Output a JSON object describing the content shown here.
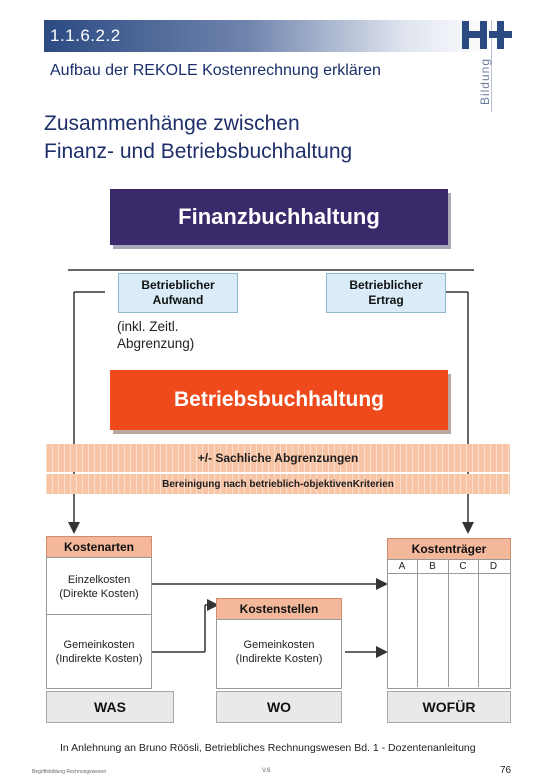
{
  "header": {
    "section_number": "1.1.6.2.2",
    "subtitle": "Aufbau der REKOLE Kostenrechnung erklären",
    "logo_text": "H+",
    "logo_side_text": "Bildung"
  },
  "title": "Zusammenhänge zwischen\nFinanz- und Betriebsbuchhaltung",
  "diagram": {
    "finanzbuchhaltung": "Finanzbuchhaltung",
    "betrieblicher_aufwand": "Betrieblicher\nAufwand",
    "betrieblicher_ertrag": "Betrieblicher\nErtrag",
    "note": "(inkl. Zeitl.\nAbgrenzung)",
    "betriebsbuchhaltung": "Betriebsbuchhaltung",
    "sachliche_abgrenzungen": "+/- Sachliche Abgrenzungen",
    "bereinigung": "Bereinigung nach betrieblich-objektivenKriterien",
    "kostenarten": {
      "title": "Kostenarten",
      "einzelkosten": "Einzelkosten\n(Direkte Kosten)",
      "gemeinkosten": "Gemeinkosten\n(Indirekte Kosten)"
    },
    "kostenstellen": {
      "title": "Kostenstellen",
      "gemeinkosten": "Gemeinkosten\n(Indirekte Kosten)"
    },
    "kostentraeger": {
      "title": "Kostenträger",
      "columns": [
        "A",
        "B",
        "C",
        "D"
      ]
    },
    "bottom": {
      "was": "WAS",
      "wo": "WO",
      "wofuer": "WOFÜR"
    }
  },
  "credit": "In Anlehnung an Bruno Röösli, Betriebliches Rechnungswesen Bd. 1 - Dozentenanleitung",
  "footer": {
    "left": "Begriffsbildung Rechnungswesen",
    "middle": "V.6",
    "page": "76"
  },
  "colors": {
    "finanzbuchhaltung": "#3a2a6c",
    "betriebsbuchhaltung": "#ee4a1c",
    "band": "#f7c4a6",
    "card_head": "#f3b79a",
    "light_box": "#d9ecf7"
  }
}
